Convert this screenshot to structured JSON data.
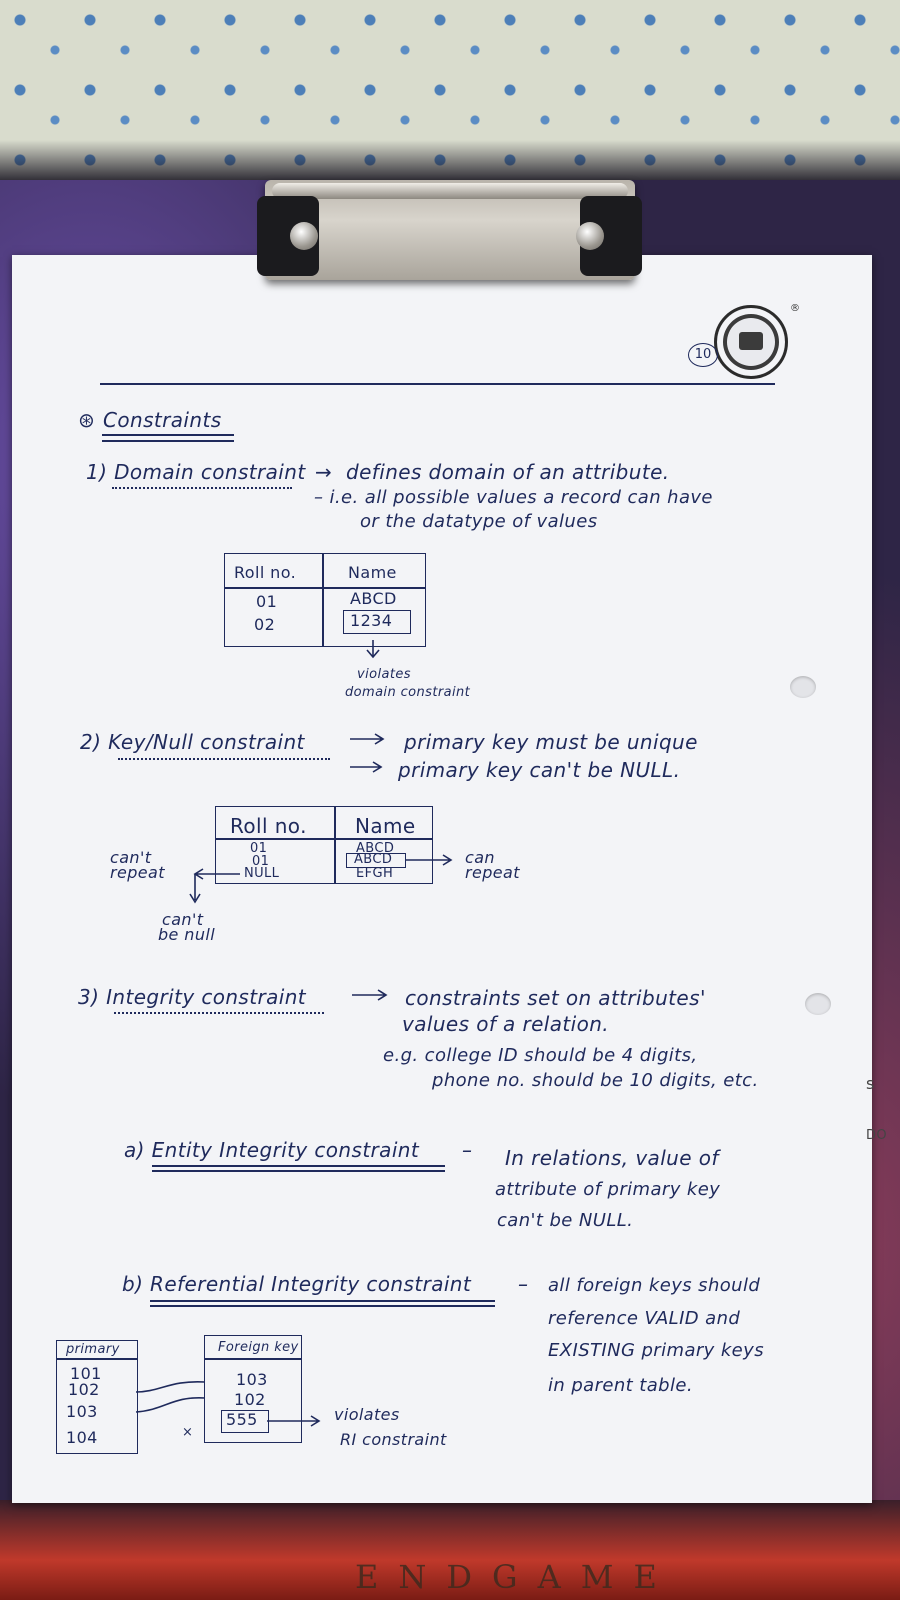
{
  "page_number": "10",
  "heading": "Constraints",
  "heading_symbol": "⊛",
  "domain": {
    "title": "1) Domain constraint",
    "arrow": "→",
    "desc1": "defines domain of an attribute.",
    "desc2": "– i.e. all possible values a record can have",
    "desc3": "or the datatype of values",
    "table": {
      "headers": [
        "Roll no.",
        "Name"
      ],
      "rows": [
        [
          "01",
          "ABCD"
        ],
        [
          "02",
          "1234"
        ]
      ]
    },
    "note1": "violates",
    "note2": "domain constraint"
  },
  "key": {
    "title": "2) Key/Null constraint",
    "line1": "primary key must be unique",
    "line2": "primary key can't be NULL.",
    "table": {
      "headers": [
        "Roll no.",
        "Name"
      ],
      "col1": [
        "01",
        "01",
        "NULL"
      ],
      "col2": [
        "ABCD",
        "ABCD",
        "EFGH"
      ]
    },
    "left_note1": "can't",
    "left_note2": "repeat",
    "right_note1": "can",
    "right_note2": "repeat",
    "bottom_note1": "can't",
    "bottom_note2": "be null"
  },
  "integrity": {
    "title": "3) Integrity constraint",
    "desc1": "constraints set on attributes'",
    "desc2": "values of a relation.",
    "eg1": "e.g. college ID should be 4 digits,",
    "eg2": "phone no. should be 10 digits, etc.",
    "margin_s": "s",
    "margin_do": "DO",
    "entity": {
      "title": "a) Entity Integrity constraint",
      "dash": "–",
      "desc1": "In relations, value of",
      "desc2": "attribute of primary key",
      "desc3": "can't be NULL."
    },
    "referential": {
      "title": "b) Referential Integrity constraint",
      "dash": "–",
      "desc1": "all foreign keys should",
      "desc2": "reference VALID and",
      "desc3": "EXISTING primary keys",
      "desc4": "in parent table.",
      "primary_label": "primary",
      "primary_values": [
        "101",
        "102",
        "103",
        "104"
      ],
      "foreign_label": "Foreign key",
      "foreign_values": [
        "103",
        "102",
        "555"
      ],
      "cross": "×",
      "violates1": "violates",
      "violates2": "RI constraint"
    }
  },
  "board_text": "ENDGAME",
  "colors": {
    "ink": "#1f2a5c",
    "paper": "#f3f4f7",
    "board": "#2e2546"
  }
}
